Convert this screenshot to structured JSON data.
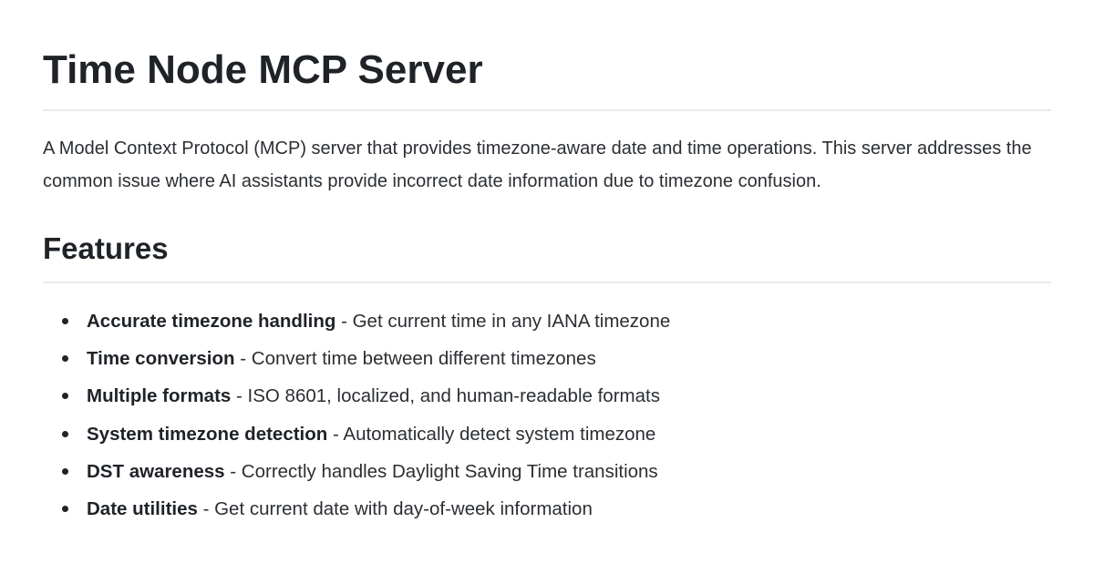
{
  "document": {
    "title": "Time Node MCP Server",
    "description": "A Model Context Protocol (MCP) server that provides timezone-aware date and time operations. This server addresses the common issue where AI assistants provide incorrect date information due to timezone confusion.",
    "sections": [
      {
        "heading": "Features",
        "items": [
          {
            "label": "Accurate timezone handling",
            "separator": " - ",
            "text": "Get current time in any IANA timezone"
          },
          {
            "label": "Time conversion",
            "separator": " - ",
            "text": "Convert time between different timezones"
          },
          {
            "label": "Multiple formats",
            "separator": " - ",
            "text": "ISO 8601, localized, and human-readable formats"
          },
          {
            "label": "System timezone detection",
            "separator": " - ",
            "text": "Automatically detect system timezone"
          },
          {
            "label": "DST awareness",
            "separator": " - ",
            "text": "Correctly handles Daylight Saving Time transitions"
          },
          {
            "label": "Date utilities",
            "separator": " - ",
            "text": "Get current date with day-of-week information"
          }
        ]
      }
    ]
  },
  "colors": {
    "text": "#1f2328",
    "body_text": "#2b2f33",
    "divider": "#e8e9ea",
    "background": "#ffffff"
  }
}
